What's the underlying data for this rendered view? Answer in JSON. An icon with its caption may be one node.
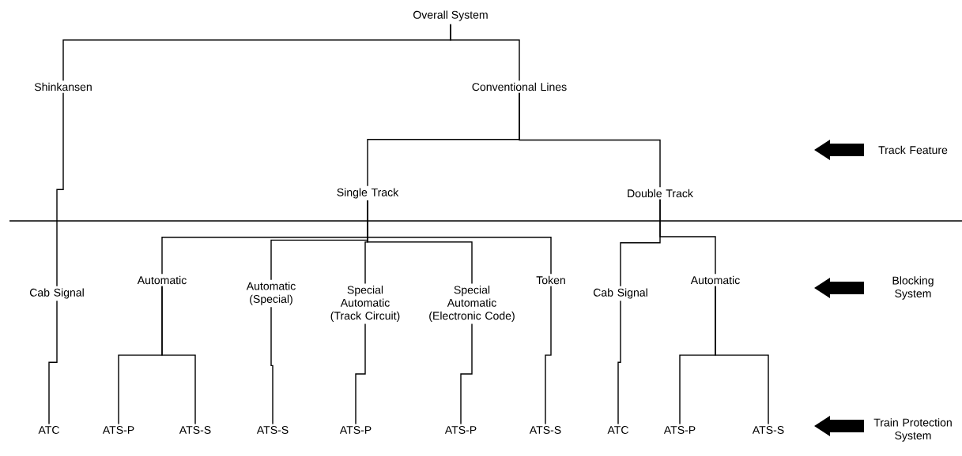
{
  "diagram": {
    "title": "Overall System",
    "nodes": [
      {
        "text": [
          "Shinkansen"
        ]
      },
      {
        "text": [
          "Conventional Lines"
        ]
      },
      {
        "text": [
          "Single Track"
        ]
      },
      {
        "text": [
          "Double Track"
        ]
      },
      {
        "text": [
          "Cab Signal"
        ]
      },
      {
        "text": [
          "Automatic"
        ]
      },
      {
        "text": [
          "Automatic (Special)"
        ]
      },
      {
        "text": [
          "Special Automatic (Track Circuit)"
        ]
      },
      {
        "text": [
          "Special Automatic (Electronic Code)"
        ]
      },
      {
        "text": [
          "Token"
        ]
      },
      {
        "text": [
          "Cab Signal"
        ]
      },
      {
        "text": [
          "Automatic"
        ]
      },
      {
        "text": [
          "ATC"
        ]
      },
      {
        "text": [
          "ATS-P"
        ]
      },
      {
        "text": [
          "ATS-S"
        ]
      },
      {
        "text": [
          "ATS-S"
        ]
      },
      {
        "text": [
          "ATS-P"
        ]
      },
      {
        "text": [
          "ATS-P"
        ]
      },
      {
        "text": [
          "ATS-S"
        ]
      },
      {
        "text": [
          "ATC"
        ]
      },
      {
        "text": [
          "ATS-P"
        ]
      },
      {
        "text": [
          "ATS-S"
        ]
      }
    ],
    "edges": [
      {
        "from": null,
        "to": 0,
        "arrow": "none"
      },
      {
        "from": null,
        "to": 1,
        "arrow": "none"
      },
      {
        "from": 1,
        "to": 2,
        "arrow": "none"
      },
      {
        "from": 1,
        "to": 3,
        "arrow": "none"
      },
      {
        "from": 0,
        "to": 4,
        "arrow": "none"
      },
      {
        "from": 2,
        "to": 5,
        "arrow": "none"
      },
      {
        "from": 2,
        "to": 6,
        "arrow": "none"
      },
      {
        "from": 2,
        "to": 7,
        "arrow": "none"
      },
      {
        "from": 2,
        "to": 8,
        "arrow": "none"
      },
      {
        "from": 2,
        "to": 9,
        "arrow": "none"
      },
      {
        "from": 3,
        "to": 10,
        "arrow": "none"
      },
      {
        "from": 3,
        "to": 11,
        "arrow": "none"
      },
      {
        "from": 4,
        "to": 12,
        "arrow": "none"
      },
      {
        "from": 5,
        "to": 13,
        "arrow": "none"
      },
      {
        "from": 5,
        "to": 14,
        "arrow": "none"
      },
      {
        "from": 6,
        "to": 15,
        "arrow": "none"
      },
      {
        "from": 7,
        "to": 16,
        "arrow": "none"
      },
      {
        "from": 8,
        "to": 17,
        "arrow": "none"
      },
      {
        "from": 9,
        "to": 18,
        "arrow": "none"
      },
      {
        "from": 10,
        "to": 19,
        "arrow": "none"
      },
      {
        "from": 11,
        "to": 20,
        "arrow": "none"
      },
      {
        "from": 11,
        "to": 21,
        "arrow": "none"
      }
    ],
    "labels": [
      "Track Feature",
      "Blocking System",
      "Train Protection System"
    ]
  }
}
